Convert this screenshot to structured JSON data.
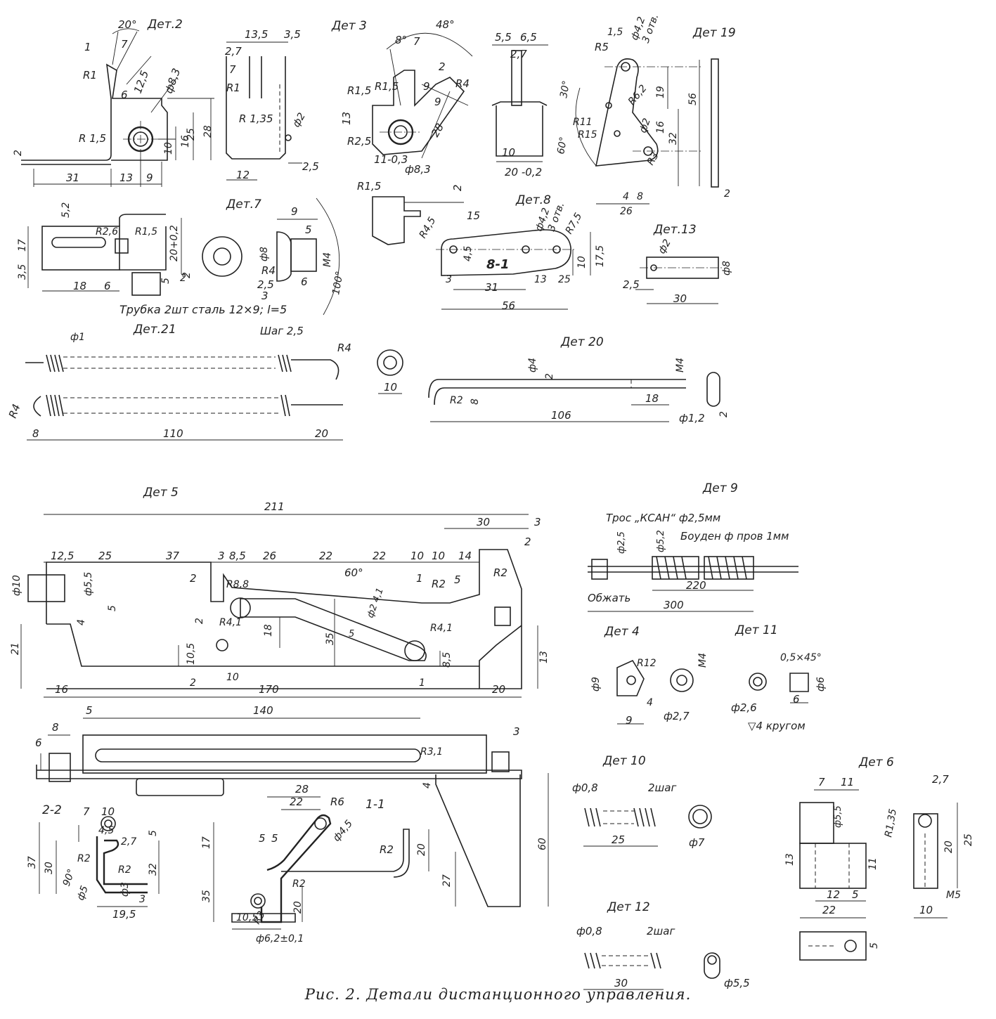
{
  "caption": "Рис. 2. Детали дистанционного управления.",
  "parts": {
    "d2": {
      "title": "Дет.2",
      "dims": [
        "20°",
        "7",
        "1",
        "R1",
        "6",
        "12,5",
        "ф8,3",
        "R 1,5",
        "2",
        "31",
        "13",
        "9",
        "10",
        "16",
        "25",
        "28"
      ]
    },
    "d2b": {
      "dims": [
        "13,5",
        "3,5",
        "2,7",
        "7",
        "R1",
        "R 1,35",
        "ф2",
        "12",
        "2,5"
      ]
    },
    "d3": {
      "title": "Дет 3",
      "dims": [
        "48°",
        "8°",
        "7",
        "2",
        "R4",
        "R1,5",
        "R1,5",
        "13",
        "9",
        "9",
        "R2,5",
        "28",
        "11-0,3",
        "ф8,3"
      ]
    },
    "d3b": {
      "dims": [
        "5,5",
        "6,5",
        "2,7",
        "10",
        "20 -0,2"
      ]
    },
    "d19": {
      "title": "Дет 19",
      "dims": [
        "1,5",
        "ф4,2",
        "3 отв.",
        "R5",
        "30°",
        "R6,2",
        "19",
        "56",
        "R11",
        "R15",
        "ф2",
        "16",
        "32",
        "60°",
        "R3",
        "4",
        "8",
        "26",
        "2"
      ]
    },
    "d3c": {
      "dims": [
        "R1,5",
        "2"
      ]
    },
    "d8": {
      "title": "Дет.8",
      "dims": [
        "15",
        "ф4,2",
        "3 отв.",
        "R7,5",
        "R4,5",
        "4,5",
        "8-1",
        "10",
        "17,5",
        "3",
        "31",
        "13",
        "25",
        "56"
      ]
    },
    "d13": {
      "title": "Дет.13",
      "dims": [
        "ф2",
        "ф8",
        "2,5",
        "30"
      ]
    },
    "dl": {
      "dims": [
        "5,2",
        "R2,6",
        "R1,5",
        "17",
        "20+0,2",
        "3,5",
        "2",
        "18",
        "6",
        "5",
        "2"
      ],
      "note": "Трубка 2шт сталь 12×9; l=5"
    },
    "d7": {
      "title": "Дет.7",
      "dims": [
        "9",
        "5",
        "ф8",
        "М4",
        "R4",
        "100°",
        "2,5",
        "6",
        "3"
      ]
    },
    "d21": {
      "title": "Дет.21",
      "dims": [
        "ф1",
        "Шаг 2,5",
        "R4",
        "R4",
        "8",
        "110",
        "20"
      ]
    },
    "d21b": {
      "dims": [
        "10"
      ]
    },
    "d20": {
      "title": "Дет 20",
      "dims": [
        "ф4",
        "М4",
        "2",
        "R2",
        "8",
        "18",
        "106",
        "ф1,2",
        "2"
      ]
    },
    "d5": {
      "title": "Дет 5",
      "dims": [
        "211",
        "30",
        "3",
        "12,5",
        "25",
        "37",
        "3",
        "8,5",
        "26",
        "22",
        "22",
        "10",
        "10",
        "14",
        "2",
        "ф10",
        "ф5,5",
        "5",
        "2",
        "R8,8",
        "60°",
        "1",
        "R2",
        "5",
        "R2",
        "4",
        "2",
        "R4,1",
        "18",
        "35",
        "ф2 4,1",
        "5",
        "R4,1",
        "10,5",
        "8,5",
        "21",
        "13",
        "16",
        "2",
        "10",
        "170",
        "1",
        "20"
      ]
    },
    "d5b": {
      "dims": [
        "5",
        "140",
        "8",
        "6",
        "R3,1",
        "3",
        "4"
      ]
    },
    "s22": {
      "title": "2-2",
      "dims": [
        "7",
        "10",
        "4,5",
        "2,7",
        "R2",
        "R2",
        "37",
        "30",
        "90°",
        "ф5",
        "ф3",
        "32",
        "5",
        "3",
        "19,5"
      ]
    },
    "s11": {
      "title": "1-1",
      "dims": [
        "28",
        "22",
        "R6",
        "ф4,5",
        "5",
        "5",
        "R2",
        "17",
        "35",
        "R2",
        "20",
        "R3",
        "10,5",
        "20",
        "ф6,2±0,1",
        "27",
        "60"
      ]
    },
    "d9": {
      "title": "Дет 9",
      "dims": [
        "Трос „КСАН“ ф2,5мм",
        "ф2,5",
        "ф5,2",
        "Боуден ф пров 1мм",
        "Обжать",
        "220",
        "300"
      ]
    },
    "d4": {
      "title": "Дет 4",
      "dims": [
        "R12",
        "ф9",
        "4",
        "9",
        "М4",
        "ф2,7"
      ]
    },
    "d11": {
      "title": "Дет 11",
      "dims": [
        "0,5×45°",
        "ф2,6",
        "6",
        "ф6",
        "▽4 кругом"
      ]
    },
    "d10": {
      "title": "Дет 10",
      "dims": [
        "ф0,8",
        "2шаг",
        "25",
        "ф7"
      ]
    },
    "d12": {
      "title": "Дет 12",
      "dims": [
        "ф0,8",
        "2шаг",
        "30",
        "ф5,5"
      ]
    },
    "d6": {
      "title": "Дет 6",
      "dims": [
        "7",
        "11",
        "ф5,5",
        "13",
        "11",
        "12",
        "5",
        "22",
        "2,7",
        "R1,35",
        "20",
        "25",
        "М5",
        "10",
        "5"
      ]
    }
  }
}
